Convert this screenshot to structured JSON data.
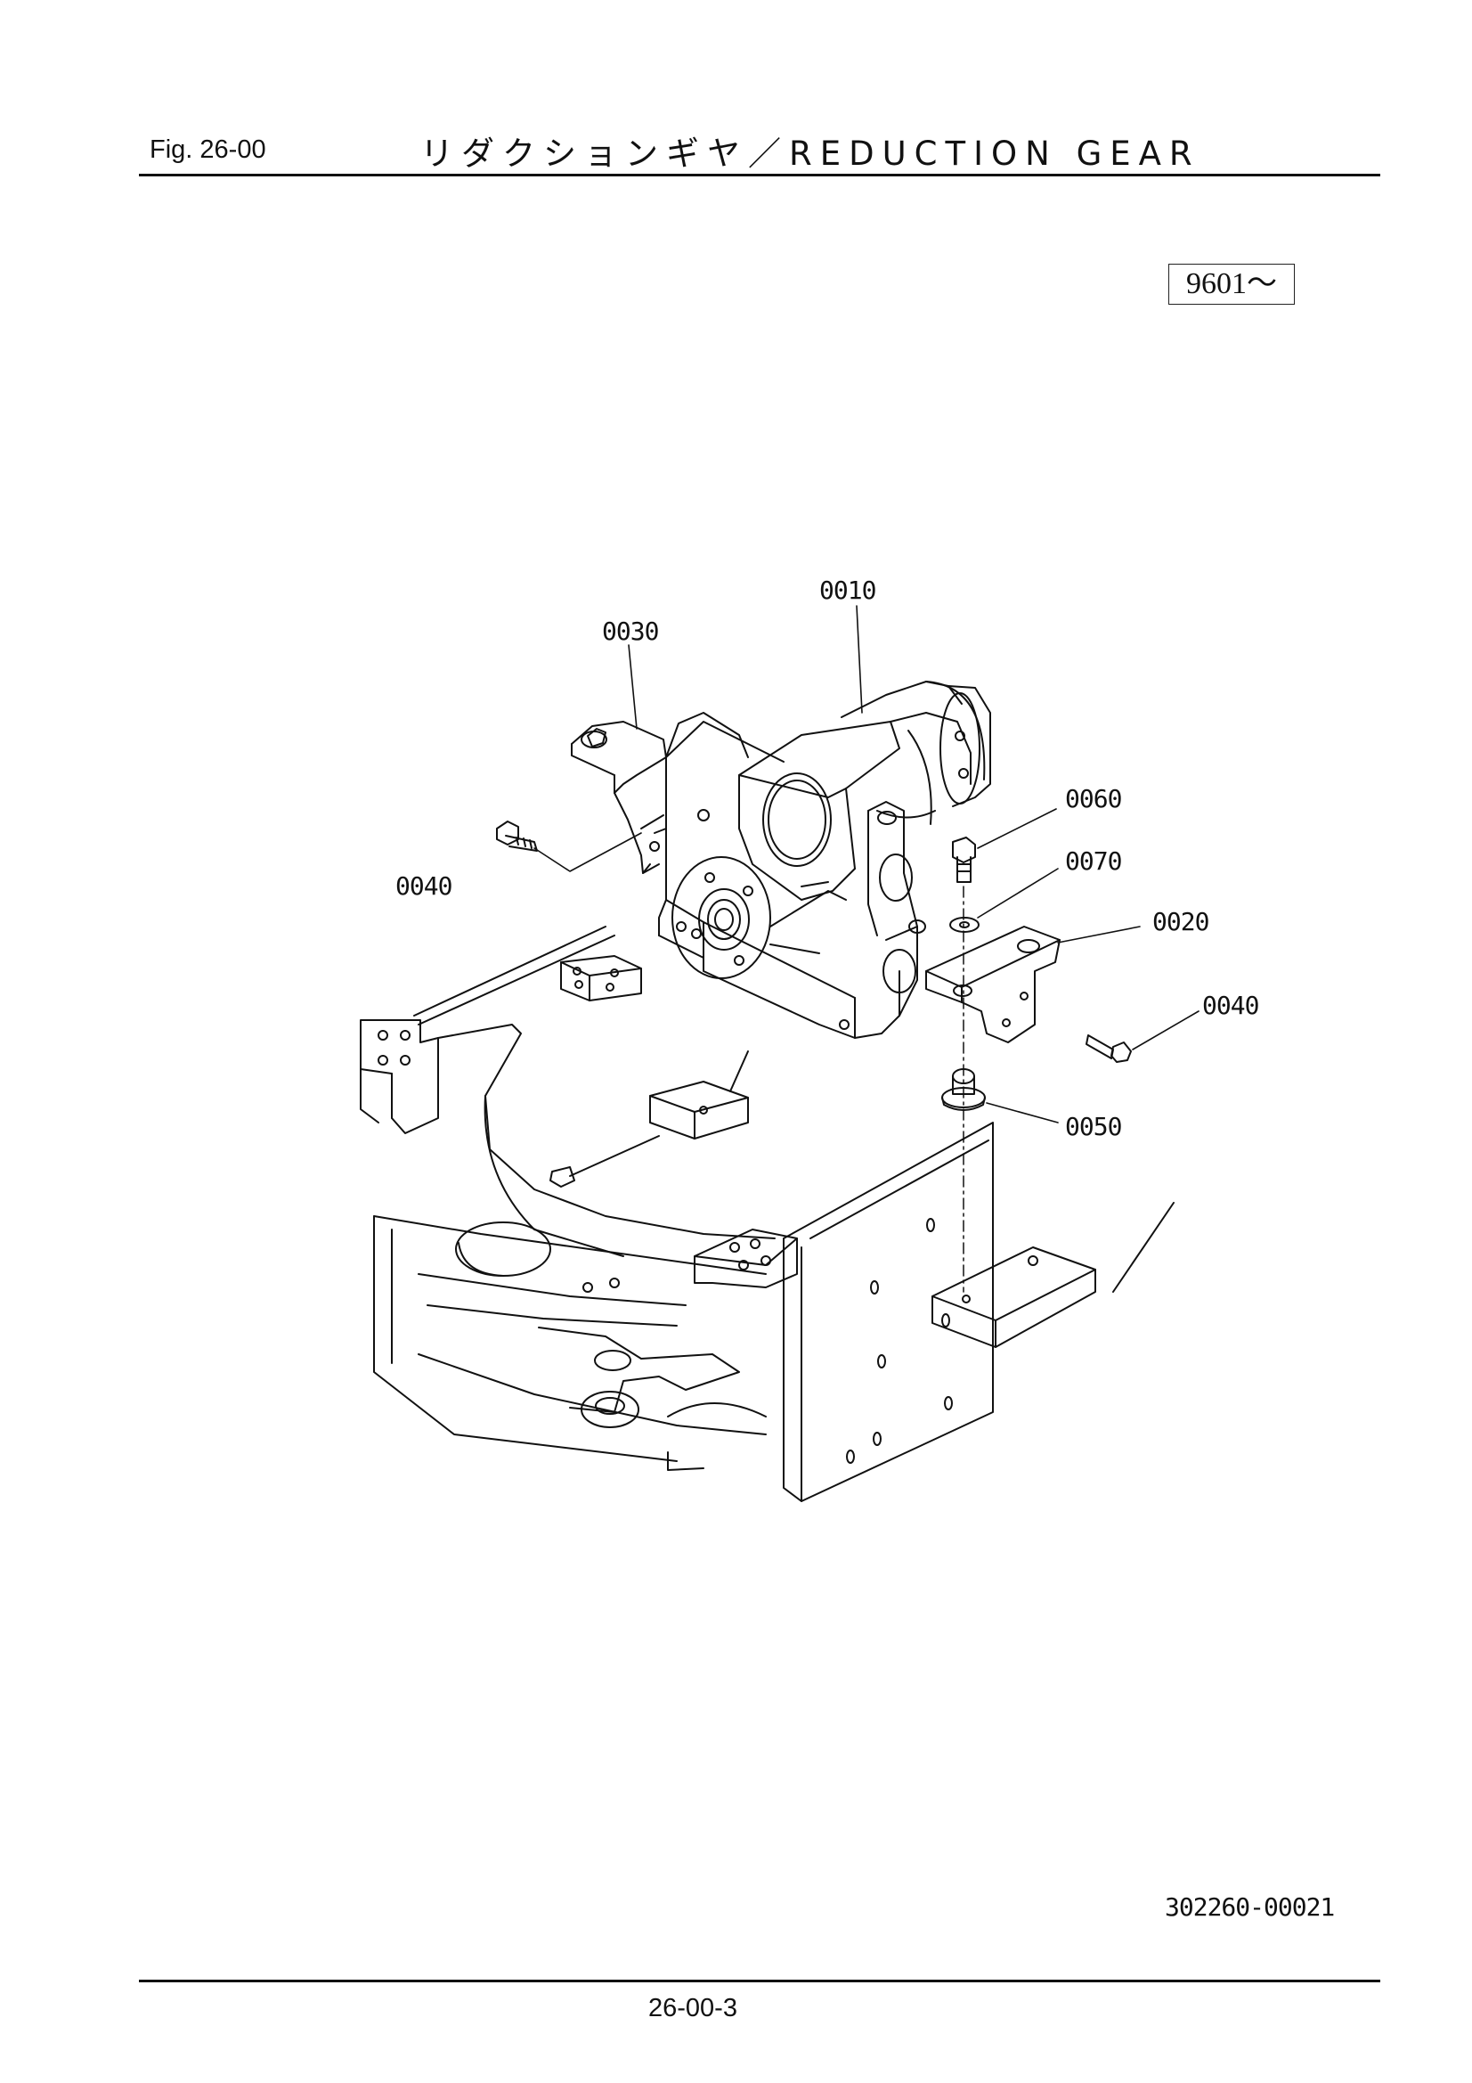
{
  "header": {
    "fig_label": "Fig.  26-00",
    "title": "リダクションギヤ／REDUCTION GEAR"
  },
  "serial_range": "9601～",
  "part_labels": [
    "0010",
    "0030",
    "0060",
    "0070",
    "0040",
    "0020",
    "0040",
    "0050"
  ],
  "drawing_number": "302260-00021",
  "page_number": "26-00-3"
}
